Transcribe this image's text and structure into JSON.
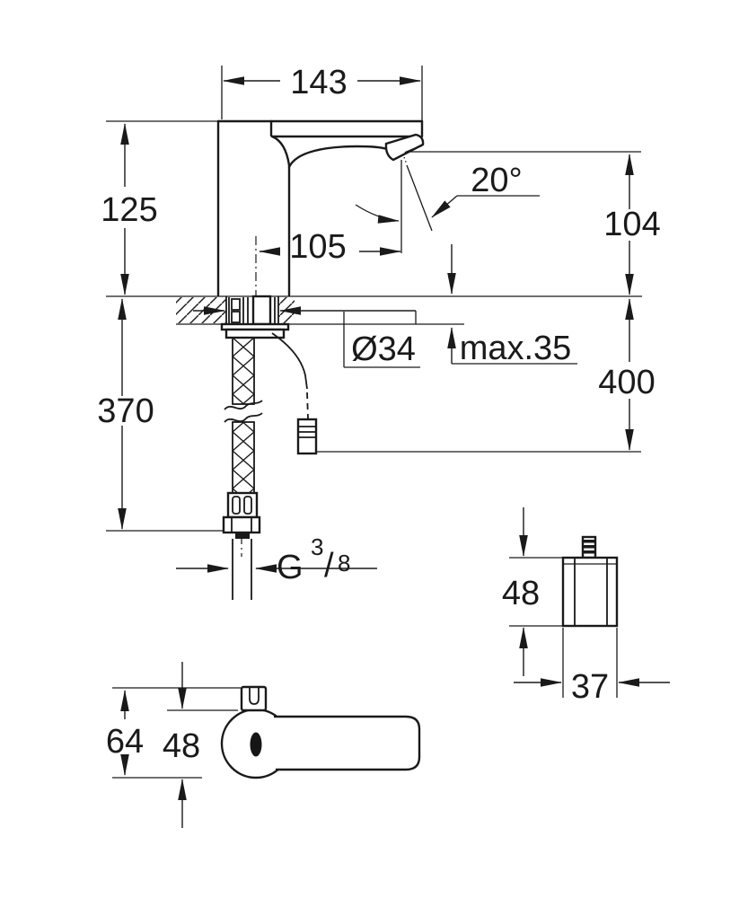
{
  "drawing": {
    "subject": "electronic-sensor-basin-faucet-dimension-drawing",
    "colors": {
      "line": "#1a1a1a",
      "background": "#ffffff"
    },
    "main_view": {
      "top_width": "143",
      "body_height": "125",
      "spout_angle": "20°",
      "outlet_height": "104",
      "outlet_reach": "105",
      "hole_diameter": "Ø34",
      "deck_thickness_max": "max.35",
      "cable_length": "400",
      "hose_length": "370",
      "thread": {
        "letter": "G",
        "numerator": "3",
        "slash": "/",
        "denominator": "8"
      }
    },
    "control_box_view": {
      "height": "48",
      "width": "37"
    },
    "top_view": {
      "overall_depth": "64",
      "body_diameter": "48"
    }
  }
}
